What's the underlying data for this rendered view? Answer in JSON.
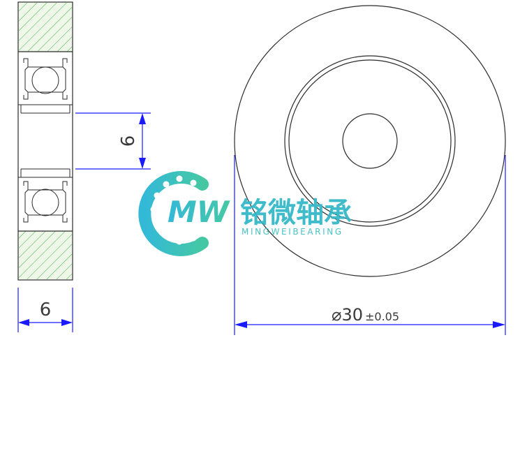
{
  "dimensions": {
    "height_label": "6",
    "width_label": "6",
    "diameter_symbol": "⌀",
    "diameter_value": "30",
    "diameter_tolerance": "±0.05"
  },
  "logo": {
    "letters": "MW",
    "name_cn": "铭微轴承",
    "name_en": "MINGWEIBEARING"
  },
  "colors": {
    "hatch": "#3cb043",
    "fill_green": "#eef7e8",
    "dimension": "#1a1aff",
    "logo_cyan": "#29b6d6",
    "logo_green": "#3cc5a0"
  }
}
